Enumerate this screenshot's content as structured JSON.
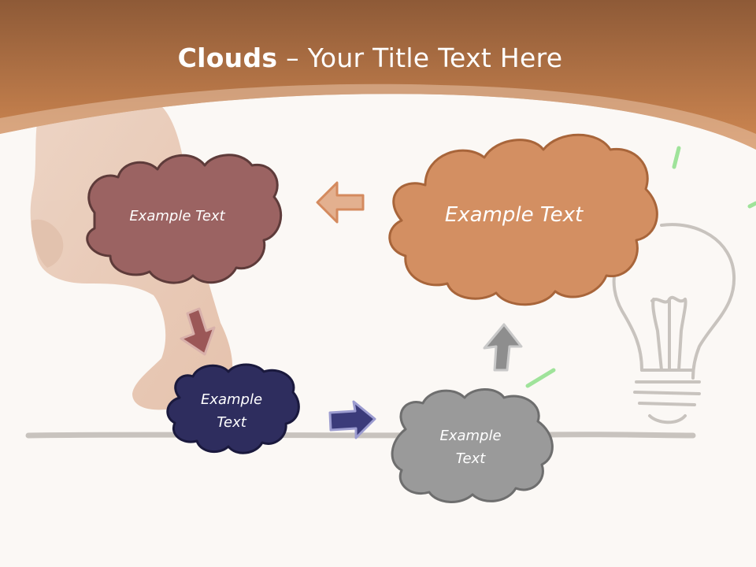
{
  "slide": {
    "title_bold": "Clouds",
    "title_dash": "–",
    "title_rest": "Your Title Text Here"
  },
  "clouds": {
    "top_left": {
      "text": "Example Text",
      "fill": "#9b6362",
      "stroke": "#5e3b3a"
    },
    "top_right": {
      "text": "Example Text",
      "fill": "#d38f62",
      "stroke": "#a8653a"
    },
    "bottom_left": {
      "line1": "Example",
      "line2": "Text",
      "fill": "#2e2d5e",
      "stroke": "#1a193d"
    },
    "bottom_right": {
      "line1": "Example",
      "line2": "Text",
      "fill": "#9a9a9a",
      "stroke": "#6e6e6e"
    }
  },
  "colors": {
    "banner_top": "#8e5a37",
    "banner_bottom": "#cf8752",
    "background": "#fbf8f5",
    "arrow_orange": "#d89a72",
    "arrow_brown": "#9b5757",
    "arrow_navy": "#3b3b7a",
    "arrow_gray": "#8e8e8e",
    "ground_line": "#c8c3be",
    "accent_green": "#9fe39a"
  },
  "icons": [
    "hand-photo",
    "lightbulb-sketch",
    "arrow-left",
    "arrow-down",
    "arrow-right",
    "arrow-up"
  ]
}
